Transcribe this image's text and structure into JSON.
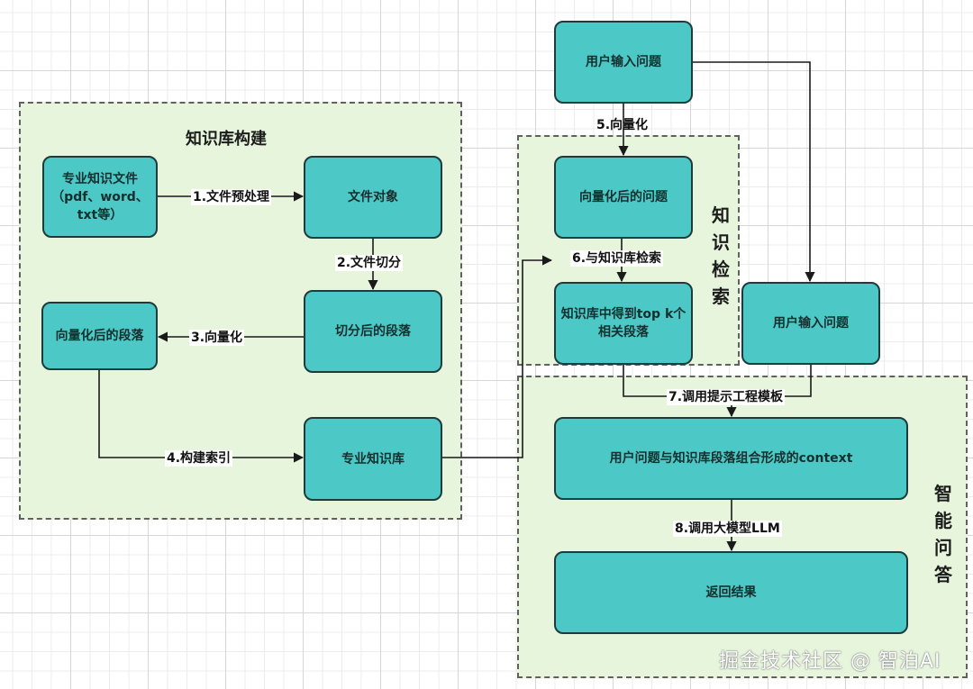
{
  "groups": {
    "build": {
      "title": "知识库构建"
    },
    "retrieve": {
      "title": "知识检索"
    },
    "qa": {
      "title": "智能问答"
    }
  },
  "nodes": {
    "source_files": {
      "label": "专业知识文件（pdf、word、txt等）"
    },
    "file_object": {
      "label": "文件对象"
    },
    "split_paragraphs": {
      "label": "切分后的段落"
    },
    "vector_paragraphs": {
      "label": "向量化后的段落"
    },
    "knowledge_base": {
      "label": "专业知识库"
    },
    "user_question_top": {
      "label": "用户输入问题"
    },
    "vector_question": {
      "label": "向量化后的问题"
    },
    "topk_paragraphs": {
      "label": "知识库中得到top k个相关段落"
    },
    "user_question_right": {
      "label": "用户输入问题"
    },
    "context": {
      "label": "用户问题与知识库段落组合形成的context"
    },
    "result": {
      "label": "返回结果"
    }
  },
  "edges": {
    "e1": {
      "label": "1.文件预处理"
    },
    "e2": {
      "label": "2.文件切分"
    },
    "e3": {
      "label": "3.向量化"
    },
    "e4": {
      "label": "4.构建索引"
    },
    "e5": {
      "label": "5.向量化"
    },
    "e6": {
      "label": "6.与知识库检索"
    },
    "e7": {
      "label": "7.调用提示工程模板"
    },
    "e8": {
      "label": "8.调用大模型LLM"
    }
  },
  "colors": {
    "node_fill": "#4cc8c6",
    "node_border": "#1e3b3b",
    "group_fill": "#e6f5dc",
    "edge": "#1a1a1a"
  },
  "watermark": "掘金技术社区 @ 智泊AI"
}
